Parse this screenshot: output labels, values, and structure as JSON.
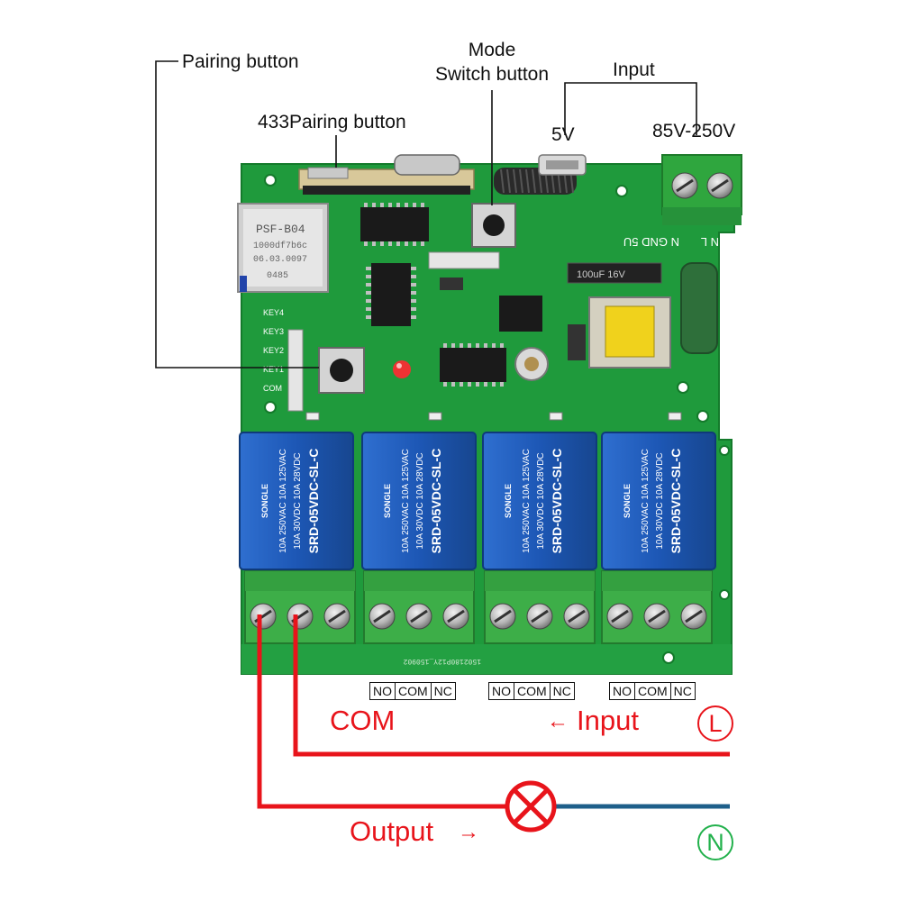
{
  "labels": {
    "pairing_button": "Pairing button",
    "pairing_433": "433Pairing button",
    "mode_line1": "Mode",
    "mode_line2": "Switch button",
    "input_top": "Input",
    "v5": "5V",
    "v85_250": "85V-250V"
  },
  "board": {
    "module_label": "PSF-B04",
    "module_id": "1000df7b6c",
    "module_date": "06.03.0097",
    "module_code": "0485",
    "keys": [
      "KEY4",
      "KEY3",
      "KEY2",
      "KEY1",
      "COM"
    ],
    "power_pins": "N GND 5U",
    "mains_pins": "N    L",
    "cap_label": "100uF 16V",
    "pcb_serial": "1502180P12Y_150902"
  },
  "relays": [
    {
      "brand": "SONGLE",
      "model": "SRD-05VDC-SL-C",
      "rating1": "10A 250VAC  10A 125VAC",
      "rating2": "10A 30VDC  10A 28VDC"
    },
    {
      "brand": "SONGLE",
      "model": "SRD-05VDC-SL-C",
      "rating1": "10A 250VAC  10A 125VAC",
      "rating2": "10A 30VDC  10A 28VDC"
    },
    {
      "brand": "SONGLE",
      "model": "SRD-05VDC-SL-C",
      "rating1": "10A 250VAC  10A 125VAC",
      "rating2": "10A 30VDC  10A 28VDC"
    },
    {
      "brand": "SONGLE",
      "model": "SRD-05VDC-SL-C",
      "rating1": "10A 250VAC  10A 125VAC",
      "rating2": "10A 30VDC  10A 28VDC"
    }
  ],
  "terminal_groups": [
    [
      "NO",
      "COM",
      "NC"
    ],
    [
      "NO",
      "COM",
      "NC"
    ],
    [
      "NO",
      "COM",
      "NC"
    ]
  ],
  "wiring": {
    "com": "COM",
    "input_arrow": "←",
    "input": "Input",
    "output": "Output",
    "output_arrow": "→",
    "live": "L",
    "neutral": "N"
  },
  "colors": {
    "pcb": "#1f9a3c",
    "pcb_dark": "#15782c",
    "relay": "#1d57b5",
    "terminal": "#3dae48",
    "wire_red": "#e8141b",
    "wire_blue": "#1e5f8a",
    "live_circle": "#e8141b",
    "neutral_circle": "#22b14c"
  }
}
